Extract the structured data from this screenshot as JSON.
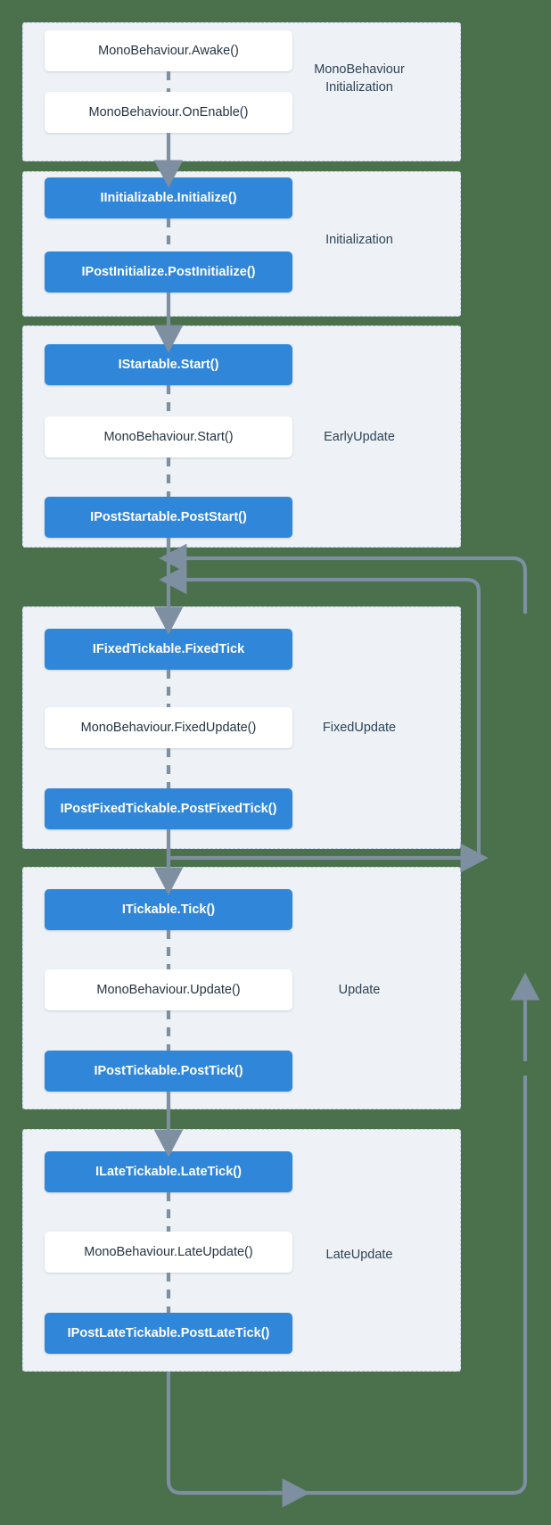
{
  "diagram": {
    "title": "Unity / VContainer execution order lifecycle",
    "colors": {
      "background": "#4a704c",
      "section_fill": "#eef2f6",
      "section_border": "#b9ccdb",
      "blue_node": "#3086d8",
      "white_node": "#ffffff",
      "connector": "#7d8fa0",
      "text_dark": "#253544"
    },
    "sections": [
      {
        "id": "monobehaviour-initialization",
        "label": "MonoBehaviour\nInitialization",
        "nodes": [
          {
            "text": "MonoBehaviour.Awake()",
            "style": "white"
          },
          {
            "text": "MonoBehaviour.OnEnable()",
            "style": "white"
          }
        ]
      },
      {
        "id": "initialization",
        "label": "Initialization",
        "nodes": [
          {
            "text": "IInitializable.Initialize()",
            "style": "blue"
          },
          {
            "text": "IPostInitialize.PostInitialize()",
            "style": "blue"
          }
        ]
      },
      {
        "id": "earlyupdate",
        "label": "EarlyUpdate",
        "nodes": [
          {
            "text": "IStartable.Start()",
            "style": "blue"
          },
          {
            "text": "MonoBehaviour.Start()",
            "style": "white"
          },
          {
            "text": "IPostStartable.PostStart()",
            "style": "blue"
          }
        ]
      },
      {
        "id": "fixedupdate",
        "label": "FixedUpdate",
        "nodes": [
          {
            "text": "IFixedTickable.FixedTick",
            "style": "blue"
          },
          {
            "text": "MonoBehaviour.FixedUpdate()",
            "style": "white"
          },
          {
            "text": "IPostFixedTickable.PostFixedTick()",
            "style": "blue"
          }
        ]
      },
      {
        "id": "update",
        "label": "Update",
        "nodes": [
          {
            "text": "ITickable.Tick()",
            "style": "blue"
          },
          {
            "text": "MonoBehaviour.Update()",
            "style": "white"
          },
          {
            "text": "IPostTickable.PostTick()",
            "style": "blue"
          }
        ]
      },
      {
        "id": "lateupdate",
        "label": "LateUpdate",
        "nodes": [
          {
            "text": "ILateTickable.LateTick()",
            "style": "blue"
          },
          {
            "text": "MonoBehaviour.LateUpdate()",
            "style": "white"
          },
          {
            "text": "IPostLateTickable.PostLateTick()",
            "style": "blue"
          }
        ]
      }
    ]
  }
}
